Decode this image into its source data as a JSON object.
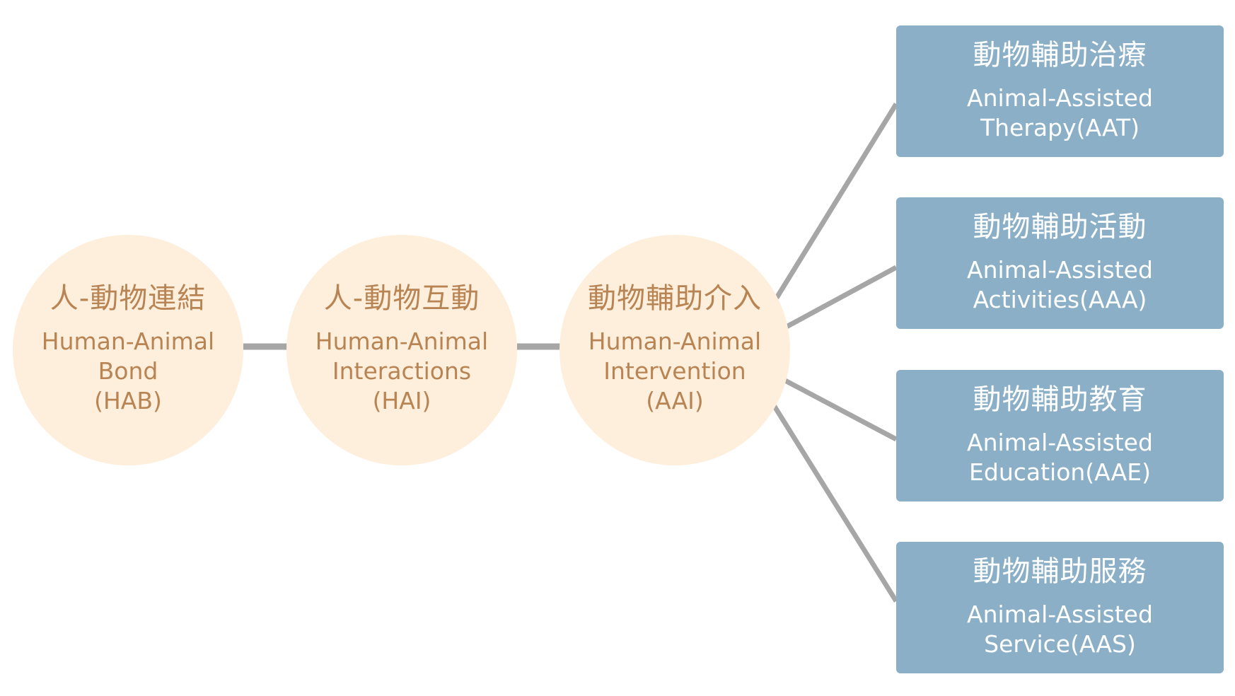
{
  "circles": [
    {
      "zh": "人-動物連結",
      "en_line1": "Human-Animal",
      "en_line2": "Bond",
      "en_line3": "(HAB)"
    },
    {
      "zh": "人-動物互動",
      "en_line1": "Human-Animal",
      "en_line2": "Interactions",
      "en_line3": "(HAI)"
    },
    {
      "zh": "動物輔助介入",
      "en_line1": "Human-Animal",
      "en_line2": "Intervention",
      "en_line3": "(AAI)"
    }
  ],
  "boxes": [
    {
      "zh": "動物輔助治療",
      "en_line1": "Animal-Assisted",
      "en_line2": "Therapy(AAT)"
    },
    {
      "zh": "動物輔助活動",
      "en_line1": "Animal-Assisted",
      "en_line2": "Activities(AAA)"
    },
    {
      "zh": "動物輔助教育",
      "en_line1": "Animal-Assisted",
      "en_line2": "Education(AAE)"
    },
    {
      "zh": "動物輔助服務",
      "en_line1": "Animal-Assisted",
      "en_line2": "Service(AAS)"
    }
  ],
  "colors": {
    "circle_fill": "#fdefdc",
    "circle_text": "#b98454",
    "box_fill": "#8aafc6",
    "box_text": "#ffffff",
    "connector": "#a6a6a6"
  }
}
